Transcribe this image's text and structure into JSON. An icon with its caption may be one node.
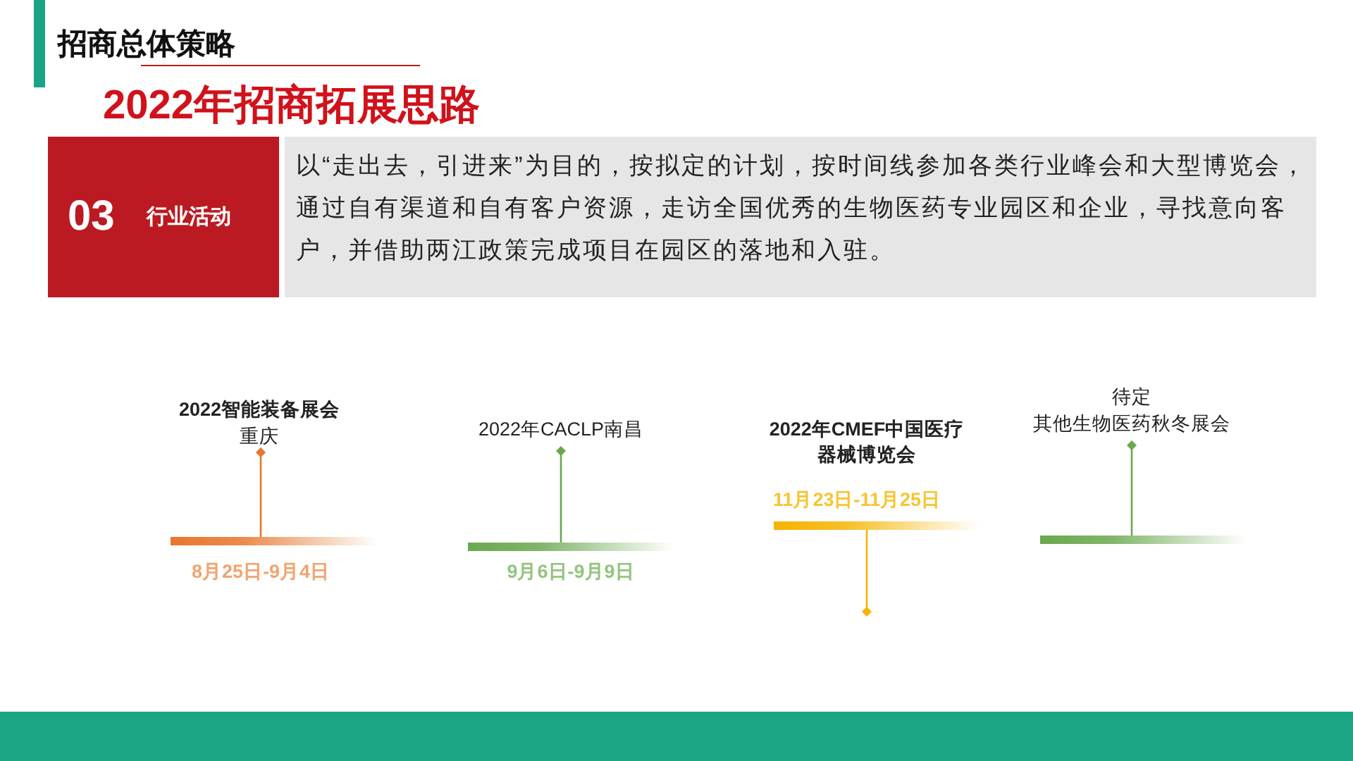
{
  "diagram": {
    "title": "2022年招商拓展思路",
    "nodes": [
      {
        "text": [
          "03",
          "行业活动"
        ]
      },
      {
        "text": [
          "以“走出去，引进来”为目的，按拟定的计划，按时间线参加各类行业峰会和大型博览会，通过自有渠道和自有客户资源，走访全国优秀的生物医药专业园区和企业，寻找意向客户，并借助两江政策完成项目在园区的落地和入驻。"
        ]
      },
      {
        "text": [
          "2022智能装备展会",
          "重庆"
        ]
      },
      {
        "text": [],
        "shape": "bar",
        "beside": [
          "8月25日-9月4日"
        ]
      },
      {
        "text": [
          "2022年CACLP南昌"
        ]
      },
      {
        "text": [],
        "shape": "bar",
        "beside": [
          "9月6日-9月9日"
        ]
      },
      {
        "text": [
          "2022年CMEF中国医疗器械博览会"
        ]
      },
      {
        "text": [],
        "shape": "bar",
        "beside": [
          "11月23日-11月25日"
        ]
      },
      {
        "text": [
          "待定",
          "其他生物医药秋冬展会"
        ]
      },
      {
        "text": [],
        "shape": "bar"
      }
    ],
    "edges": [
      {
        "from": 3,
        "to": 2,
        "arrow": "other",
        "color": "#e8762d"
      },
      {
        "from": 5,
        "to": 4,
        "arrow": "other",
        "color": "#6aa84f"
      },
      {
        "from": 7,
        "to": null,
        "arrow": "other",
        "color": "#f5b400"
      },
      {
        "from": 9,
        "to": 8,
        "arrow": "other",
        "color": "#6aa84f"
      }
    ],
    "labels": [
      "招商总体策略"
    ]
  }
}
